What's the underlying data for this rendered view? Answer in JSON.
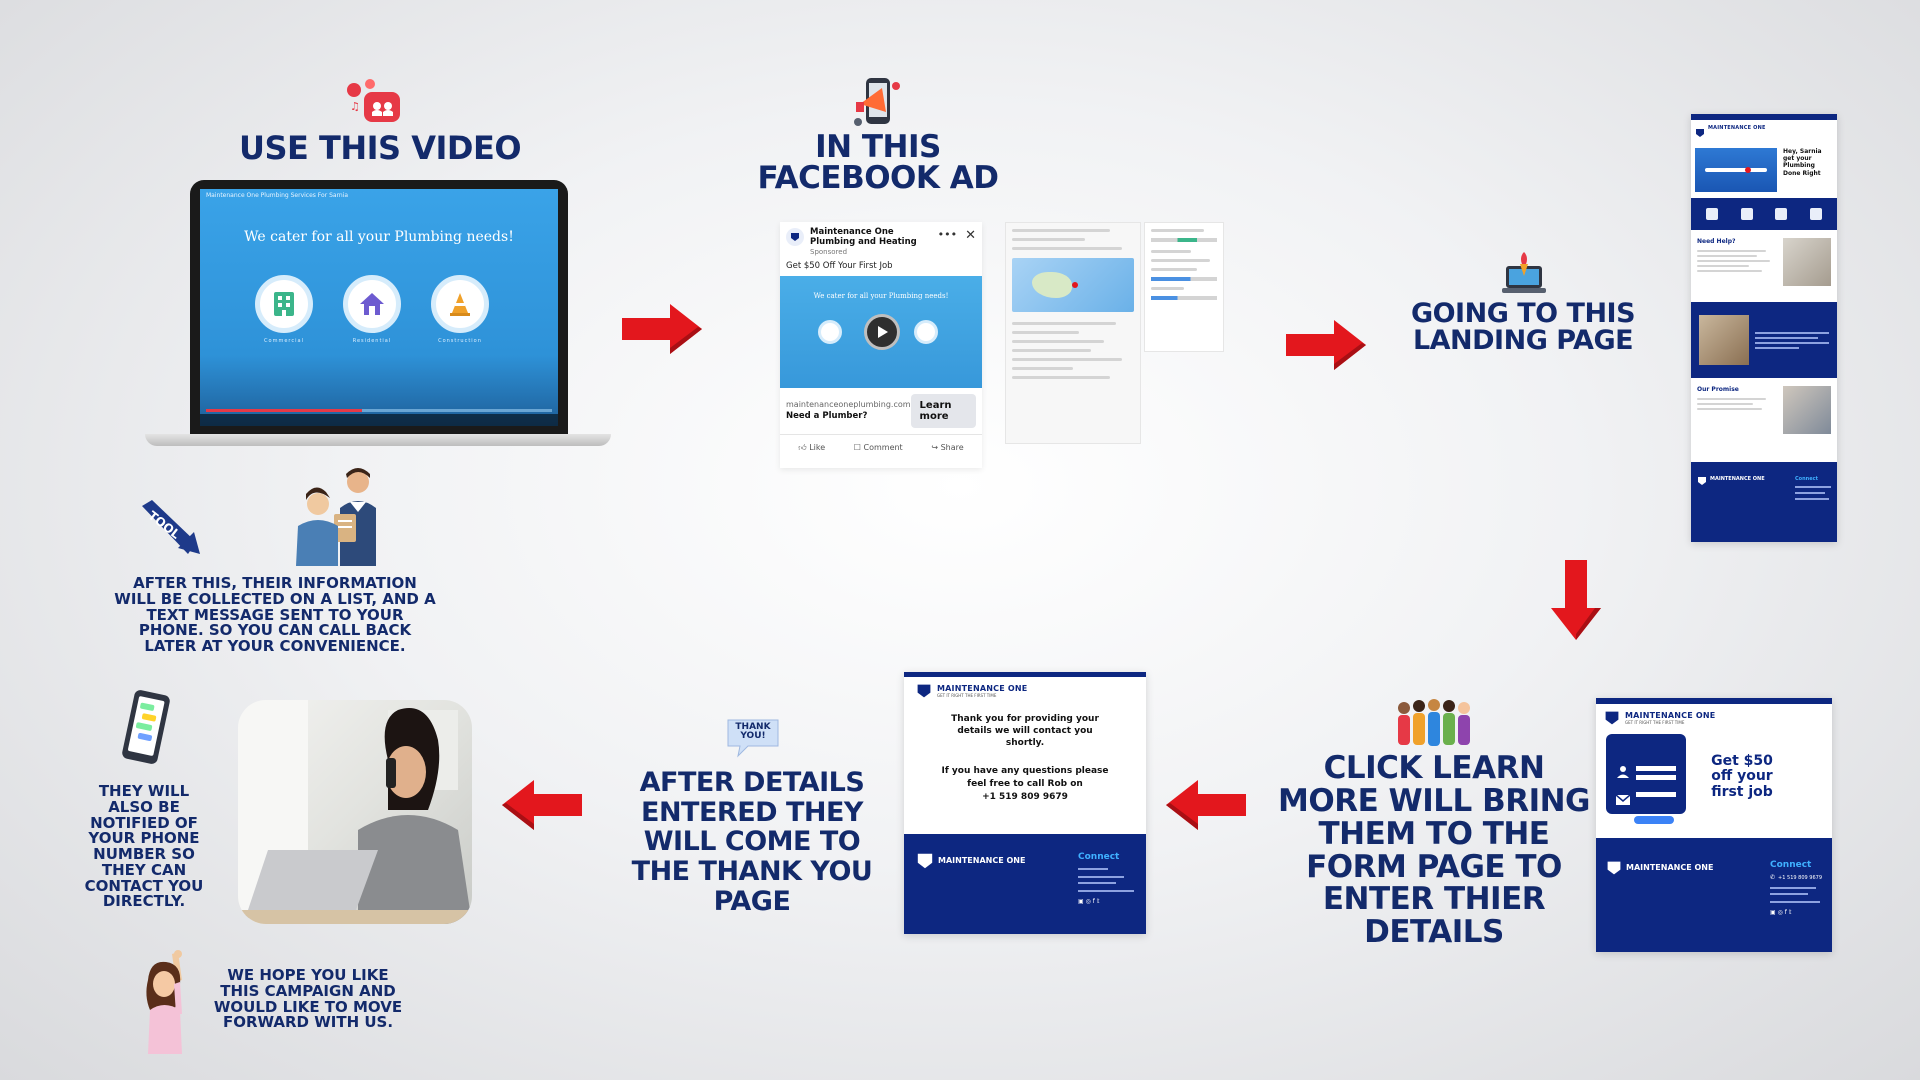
{
  "steps": {
    "video": {
      "heading": "USE THIS VIDEO"
    },
    "ad": {
      "heading": "IN THIS FACEBOOK AD"
    },
    "landing": {
      "heading": "GOING TO THIS LANDING PAGE"
    },
    "form": {
      "heading": "CLICK LEARN MORE WILL BRING THEM TO THE FORM PAGE TO ENTER THIER DETAILS"
    },
    "thankyou": {
      "heading": "AFTER DETAILS ENTERED THEY WILL COME TO THE THANK YOU PAGE"
    }
  },
  "captions": {
    "collected": "AFTER THIS, THEIR INFORMATION WILL BE COLLECTED ON A LIST, AND A TEXT MESSAGE SENT TO YOUR PHONE. SO YOU CAN CALL BACK LATER AT YOUR CONVENIENCE.",
    "notified": "THEY WILL ALSO BE NOTIFIED OF YOUR PHONE NUMBER SO THEY CAN CONTACT YOU DIRECTLY.",
    "hope": "WE HOPE YOU LIKE THIS CAMPAIGN AND WOULD LIKE TO MOVE FORWARD WITH US."
  },
  "video_screen": {
    "title_bar": "Maintenance One Plumbing Services For Sarnia",
    "tagline": "We cater for all your Plumbing needs!",
    "icons": [
      {
        "label": "Commercial",
        "icon": "building-icon",
        "color": "#3bb58a"
      },
      {
        "label": "Residential",
        "icon": "house-icon",
        "color": "#6d5bd0"
      },
      {
        "label": "Construction",
        "icon": "cone-icon",
        "color": "#f0a12a"
      }
    ]
  },
  "fb_ad": {
    "page_name": "Maintenance One Plumbing and Heating",
    "sponsored": "Sponsored",
    "headline": "Get $50 Off Your First Job",
    "video_tagline": "We cater for all your Plumbing needs!",
    "domain": "maintenanceoneplumbing.com",
    "cta_text": "Need a Plumber?",
    "cta_button": "Learn more",
    "actions": [
      "Like",
      "Comment",
      "Share"
    ]
  },
  "landing_page": {
    "brand": "MAINTENANCE ONE",
    "hero_text": "Hey, Sarnia get your Plumbing Done Right",
    "need_help": "Need Help?",
    "promise": "Our Promise",
    "footer_brand": "MAINTENANCE ONE",
    "footer_connect": "Connect"
  },
  "form_page": {
    "brand": "MAINTENANCE ONE",
    "brand_sub": "GET IT RIGHT THE FIRST TIME",
    "offer": "Get $50 off your first job",
    "footer_brand": "MAINTENANCE ONE",
    "footer_connect": "Connect",
    "phone": "+1 519 809 9679"
  },
  "thankyou_page": {
    "brand": "MAINTENANCE ONE",
    "brand_sub": "GET IT RIGHT THE FIRST TIME",
    "line1": "Thank you for providing your details we will contact you shortly.",
    "line2": "If you have any questions please feel free to call Rob on",
    "phone": "+1 519 809 9679",
    "footer_brand": "MAINTENANCE ONE",
    "footer_connect": "Connect"
  },
  "thank_you_bubble": "THANK YOU!",
  "tool_tag": "TOOL",
  "colors": {
    "navy": "#132a6b",
    "red": "#e3171d",
    "brand_navy": "#0d2781",
    "sky": "#3aa3e8"
  }
}
